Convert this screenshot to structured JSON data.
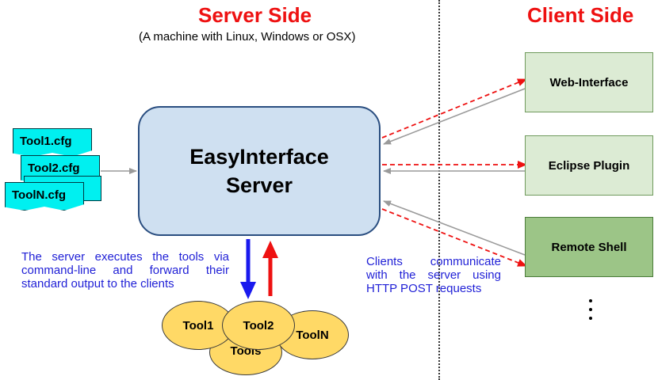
{
  "headings": {
    "server_side": "Server Side",
    "server_sub": "(A machine with Linux, Windows or OSX)",
    "client_side": "Client Side"
  },
  "server": {
    "line1": "EasyInterface",
    "line2": "Server"
  },
  "clients": [
    {
      "label": "Web-Interface"
    },
    {
      "label": "Eclipse Plugin"
    },
    {
      "label": "Remote Shell"
    }
  ],
  "config_files": [
    "Tool1.cfg",
    "Tool2.cfg",
    "ToolN.cfg"
  ],
  "tools": [
    "Tool1",
    "Tool2",
    "ToolN"
  ],
  "notes": {
    "server_exec": [
      "The server executes the tools via",
      "command-line and forward their",
      "standard output to the clients"
    ],
    "clients_comm": [
      "Clients communicate",
      "with the server using",
      "HTTP POST requests"
    ]
  },
  "colors": {
    "heading_red": "#ee1111",
    "server_fill": "#cfe0f1",
    "client_light": "#dcebd4",
    "client_dark": "#9cc587",
    "cfg_fill": "#00f0f0",
    "tool_fill": "#ffd966",
    "note_blue": "#1f1fd6",
    "arrow_red": "#ee1111",
    "arrow_gray": "#9a9a9a",
    "arrow_blue": "#1a1aee"
  }
}
